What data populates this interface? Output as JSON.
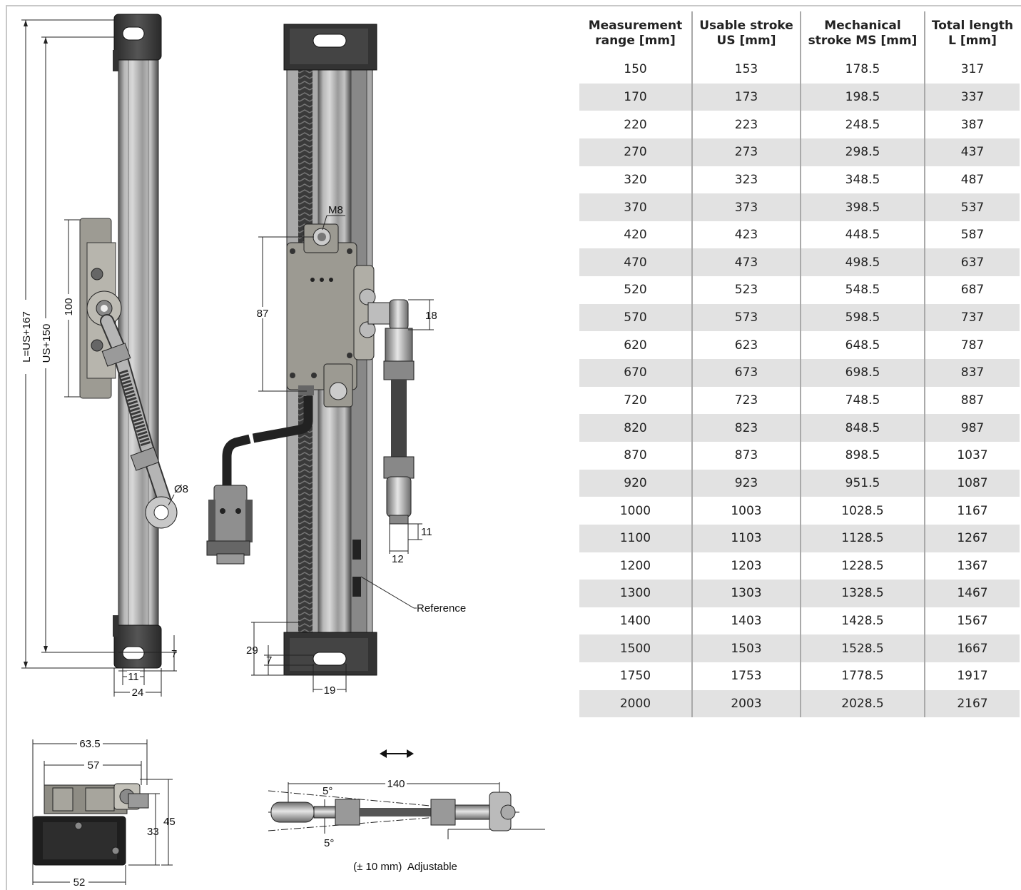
{
  "table": {
    "headers": [
      {
        "line1": "Measurement",
        "line2": "range [mm]"
      },
      {
        "line1": "Usable stroke",
        "line2": "US [mm]"
      },
      {
        "line1": "Mechanical",
        "line2": "stroke MS [mm]"
      },
      {
        "line1": "Total length",
        "line2": "L [mm]"
      }
    ],
    "rows": [
      [
        "150",
        "153",
        "178.5",
        "317"
      ],
      [
        "170",
        "173",
        "198.5",
        "337"
      ],
      [
        "220",
        "223",
        "248.5",
        "387"
      ],
      [
        "270",
        "273",
        "298.5",
        "437"
      ],
      [
        "320",
        "323",
        "348.5",
        "487"
      ],
      [
        "370",
        "373",
        "398.5",
        "537"
      ],
      [
        "420",
        "423",
        "448.5",
        "587"
      ],
      [
        "470",
        "473",
        "498.5",
        "637"
      ],
      [
        "520",
        "523",
        "548.5",
        "687"
      ],
      [
        "570",
        "573",
        "598.5",
        "737"
      ],
      [
        "620",
        "623",
        "648.5",
        "787"
      ],
      [
        "670",
        "673",
        "698.5",
        "837"
      ],
      [
        "720",
        "723",
        "748.5",
        "887"
      ],
      [
        "820",
        "823",
        "848.5",
        "987"
      ],
      [
        "870",
        "873",
        "898.5",
        "1037"
      ],
      [
        "920",
        "923",
        "951.5",
        "1087"
      ],
      [
        "1000",
        "1003",
        "1028.5",
        "1167"
      ],
      [
        "1100",
        "1103",
        "1128.5",
        "1267"
      ],
      [
        "1200",
        "1203",
        "1228.5",
        "1367"
      ],
      [
        "1300",
        "1303",
        "1328.5",
        "1467"
      ],
      [
        "1400",
        "1403",
        "1428.5",
        "1567"
      ],
      [
        "1500",
        "1503",
        "1528.5",
        "1667"
      ],
      [
        "1750",
        "1753",
        "1778.5",
        "1917"
      ],
      [
        "2000",
        "2003",
        "2028.5",
        "2167"
      ]
    ]
  },
  "drawing": {
    "side_view": {
      "total_length": "L=US+167",
      "stroke_length": "US+150",
      "carriage_height": "100",
      "rod_end_bore": "Ø8",
      "end_cap_offset": "7",
      "slot_width": "11",
      "body_width": "24"
    },
    "front_view": {
      "thread": "M8",
      "carriage_length": "87",
      "rod_width": "18",
      "rod_end_width": "11",
      "rod_end_diameter": "12",
      "reference_label": "Reference",
      "cap_height": "29",
      "cap_offset": "7",
      "slot_length": "19"
    },
    "cross_section": {
      "overall_width": "63.5",
      "top_width": "57",
      "base_width": "52",
      "body_height": "33",
      "overall_height": "45"
    },
    "rod_detail": {
      "length": "140",
      "angle_top": "5°",
      "angle_bottom": "5°",
      "caption": "(± 10 mm)  Adjustable"
    }
  }
}
